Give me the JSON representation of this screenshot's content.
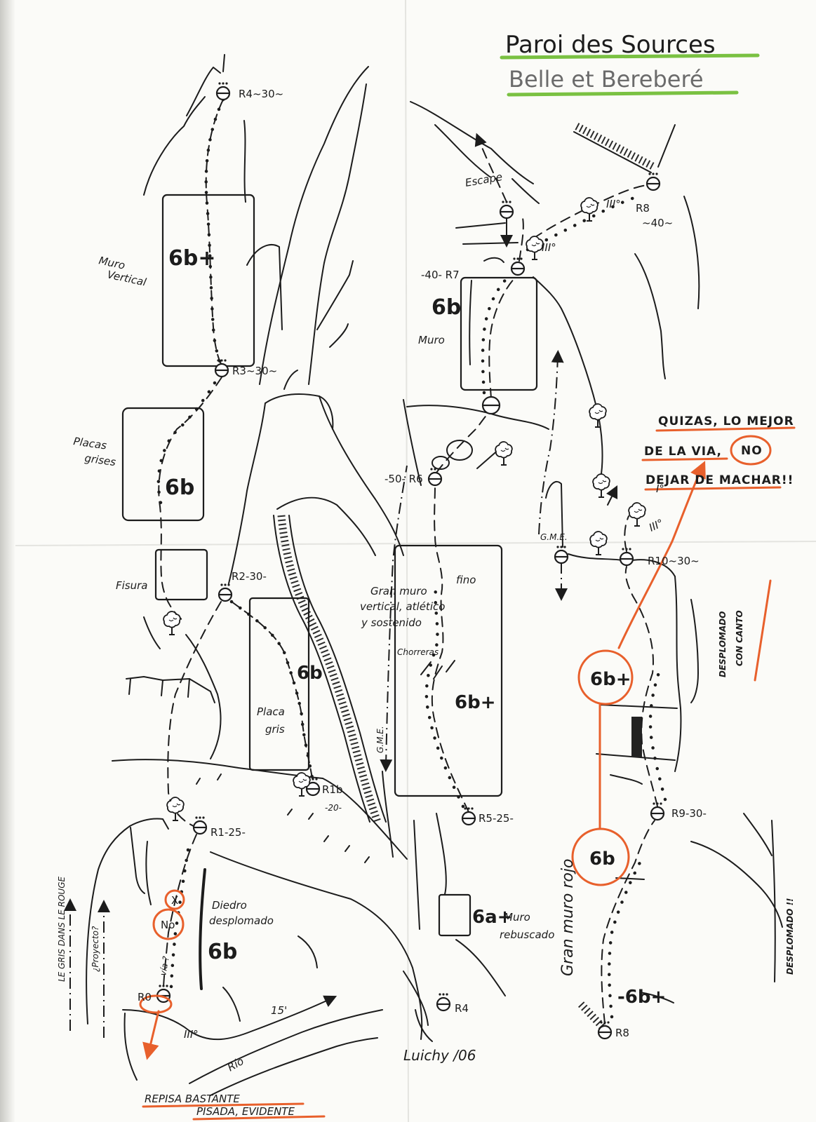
{
  "header": {
    "title": "Paroi des Sources",
    "subtitle": "Belle et Bereberé"
  },
  "colors": {
    "paper": "#fbfbf8",
    "ink": "#1c1c1c",
    "highlight_green": "#7ac142",
    "annotation_orange": "#e8602c",
    "subtitle_gray": "#6b6b6b"
  },
  "icons": {
    "belay": "belay-station-icon",
    "tree": "tree-icon",
    "arrow": "arrow-icon"
  },
  "belays": {
    "r4_top": "R4~30~",
    "r3": "R3~30~",
    "r2": "R2-30-",
    "r1b": "R1b",
    "r1b_length": "-20-",
    "r1": "R1-25-",
    "r0": "R0",
    "r7": "-40- R7",
    "r6": "-50- R6",
    "r5": "R5-25-",
    "r4_bottom": "R4",
    "r8_top": "R8",
    "r8_top_length": "~40~",
    "r10": "R10~30~",
    "r9": "R9-30-",
    "r8_bottom": "R8"
  },
  "grades": {
    "muro_vertical": "6b+",
    "placas_grises": "6b",
    "placa_gris": "6b",
    "diedro": "6b",
    "r7_pitch": "6b",
    "gran_muro": "6b+",
    "muro_rebuscado": "6a+",
    "r10_pitch": "6b+",
    "r9_pitch": "6b",
    "r8_pitch": "-6b+",
    "iii_r0": "III°",
    "iii_r8": "III°",
    "iii_r7": "III°",
    "i_r10": "I°",
    "iii_r10": "III°"
  },
  "labels": {
    "muro_vertical": [
      "Muro",
      "Vertical"
    ],
    "placas_grises": [
      "Placas",
      "grises"
    ],
    "fisura": "Fisura",
    "placa_gris": [
      "Placa",
      "gris"
    ],
    "gme_left": "G.M.E.",
    "gme_right": "G.M.E.",
    "diedro": [
      "Diedro",
      "desplomado"
    ],
    "x_mark": "X",
    "no_mark": "No",
    "via": "vía ?",
    "proyecto": "¿Proyecto?",
    "le_gris": "LE GRIS DANS LE ROUGE",
    "fifteen": "15'",
    "rio": "Río",
    "repisa": [
      "REPISA BASTANTE",
      "PISADA, EVIDENTE"
    ],
    "signature": "Luichy /06",
    "escape": "Escape",
    "muro_mid": "Muro",
    "fino": "fino",
    "gran_muro": [
      "Gran muro",
      "vertical, atlético",
      "y sostenido"
    ],
    "chorreras": "Chorreras",
    "muro_rebuscado": [
      "Muro",
      "rebuscado"
    ],
    "quizas": [
      "QUIZAS, LO MEJOR",
      "DE LA VIA,",
      "NO",
      "DEJAR DE MACHAR!!"
    ],
    "desplomado_canto": [
      "DESPLOMADO",
      "CON CANTO"
    ],
    "gran_muro_rojo": "Gran muro rojo",
    "desplomado_right": "DESPLOMADO !!"
  }
}
